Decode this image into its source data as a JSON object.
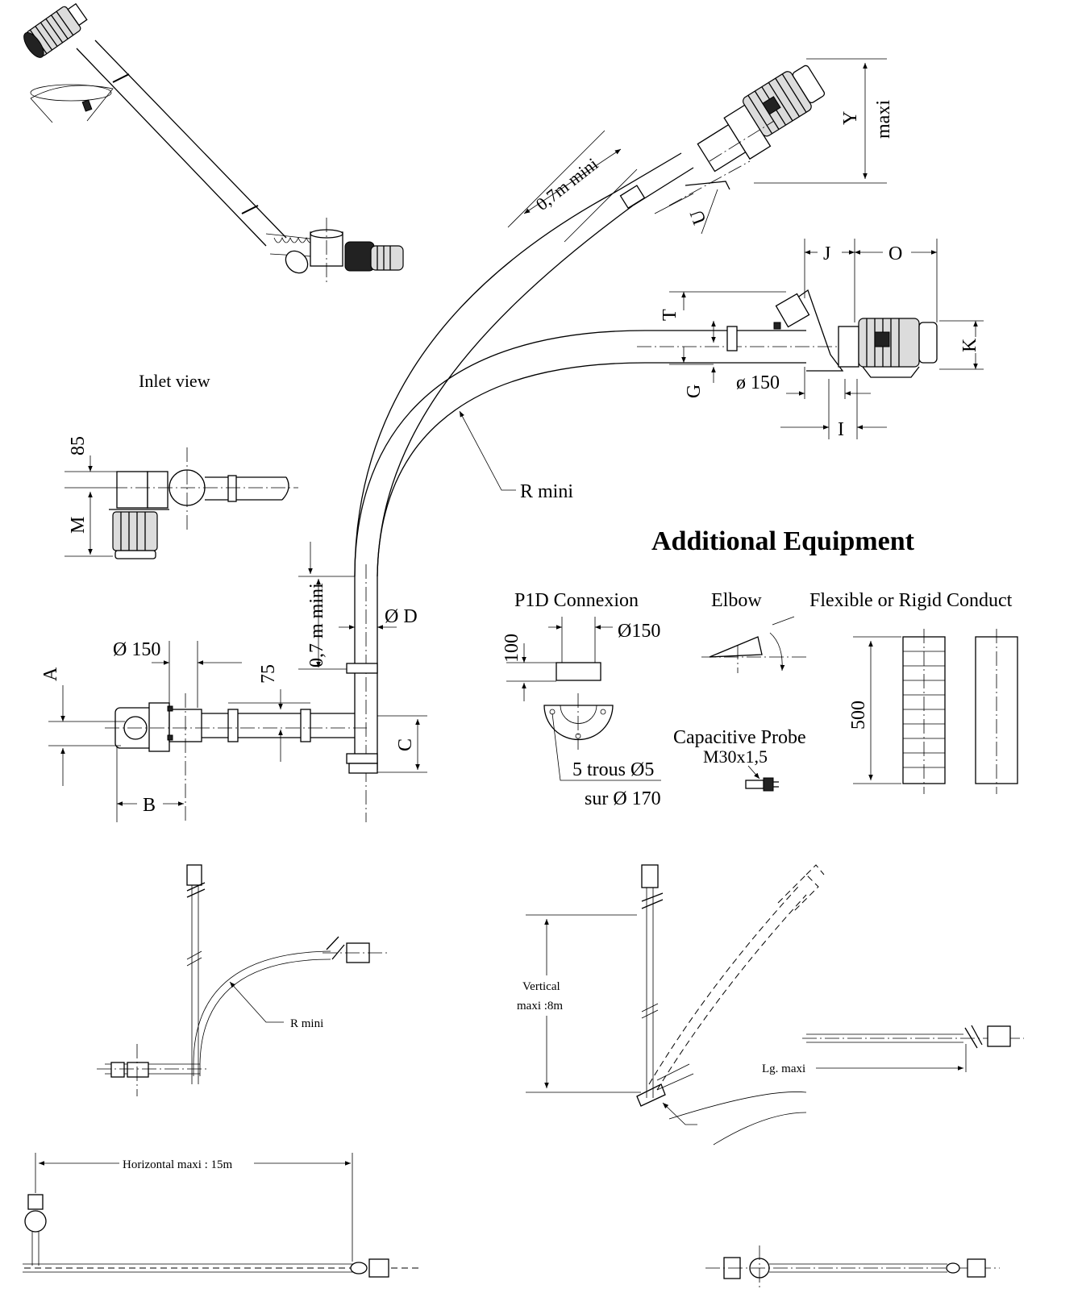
{
  "heading": "Additional Equipment",
  "views": {
    "inlet": "Inlet view"
  },
  "dimensions": {
    "Y": "Y",
    "maxi": "maxi",
    "mini_07_top": "0,7m mini",
    "U": "U",
    "J": "J",
    "O": "O",
    "T": "T",
    "K": "K",
    "G": "G",
    "dia150_top": "ø 150",
    "I": "I",
    "R_mini": "R mini",
    "d85": "85",
    "M": "M",
    "mini_07_side": "0,7 m mini",
    "D": "Ø D",
    "dia150_side": "Ø 150",
    "d75": "75",
    "A": "A",
    "C": "C",
    "B": "B"
  },
  "equipment": {
    "p1d": {
      "title": "P1D Connexion",
      "d100": "100",
      "dia150": "Ø150",
      "holes": "5 trous Ø5",
      "circle": "sur Ø 170"
    },
    "elbow": {
      "title": "Elbow"
    },
    "conduct": {
      "title": "Flexible or Rigid Conduct",
      "length": "500"
    },
    "probe": {
      "title": "Capacitive Probe",
      "thread": "M30x1,5"
    }
  },
  "layouts": {
    "r_mini": "R mini",
    "vertical": "Vertical",
    "vertical_max": "maxi :8m",
    "lg_maxi": "Lg. maxi",
    "horizontal": "Horizontal maxi : 15m"
  }
}
